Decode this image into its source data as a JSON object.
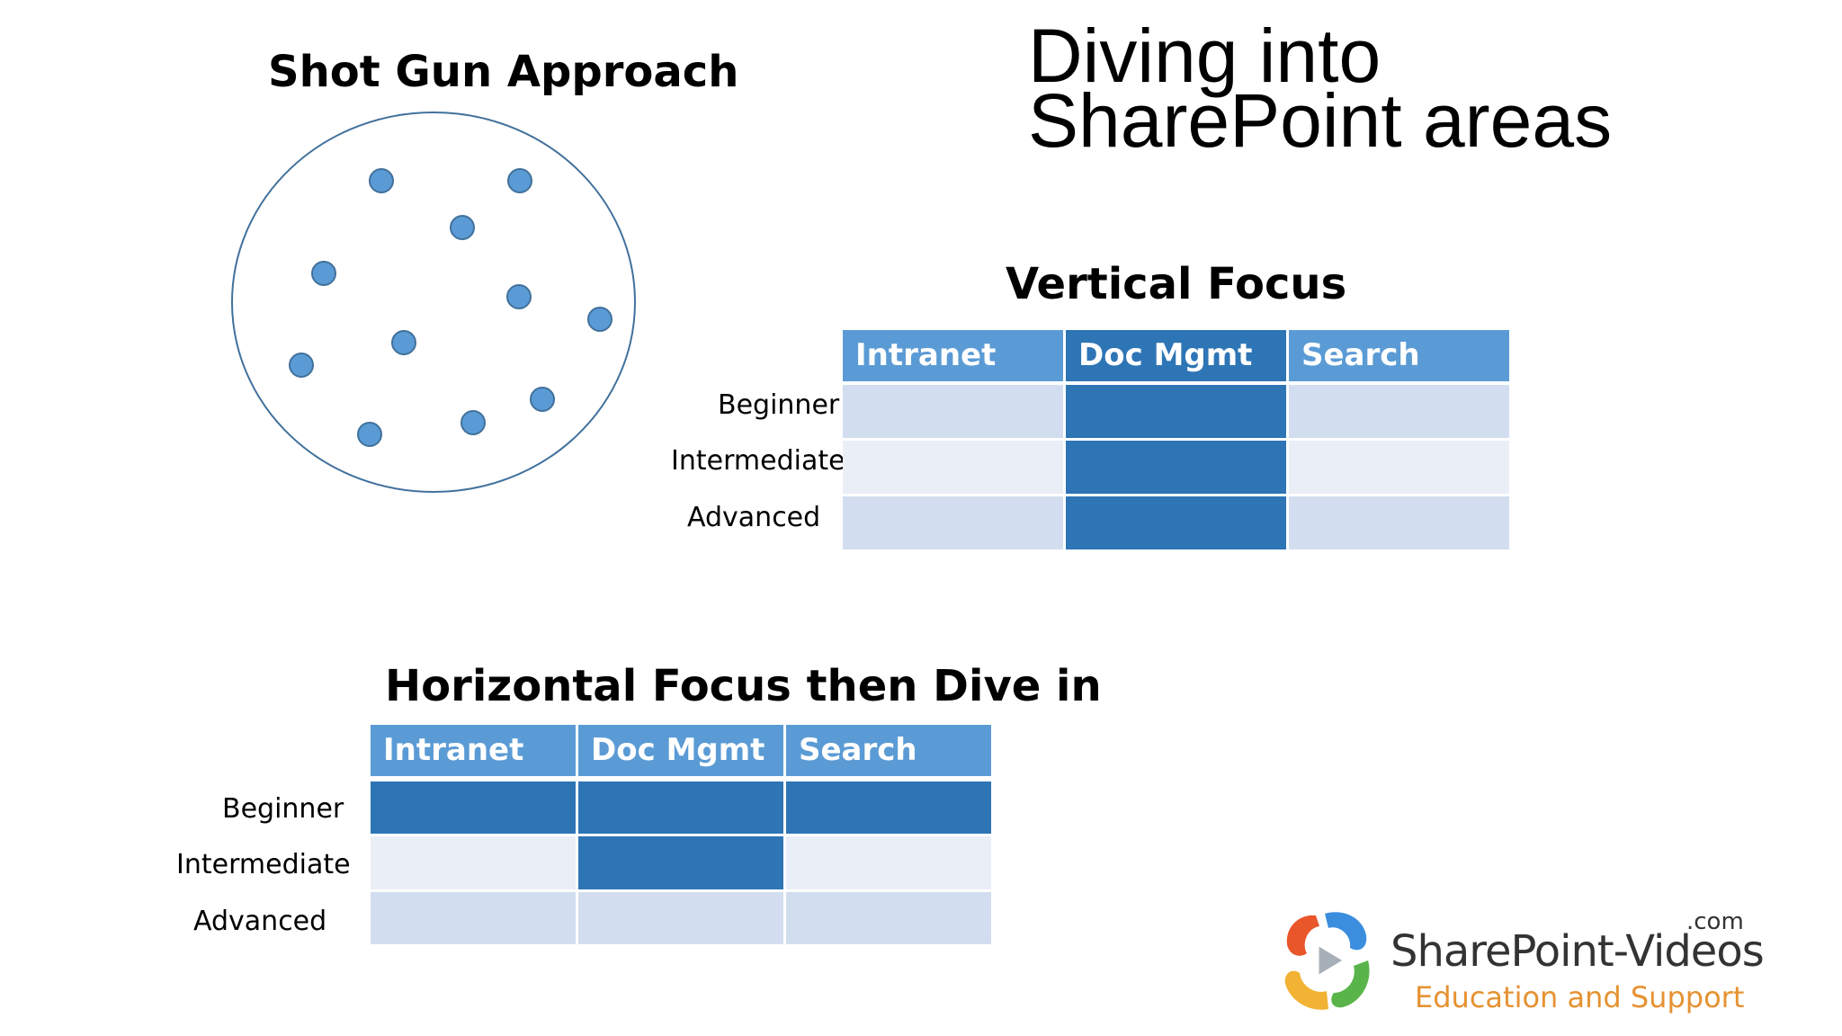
{
  "title_line1": "Diving into",
  "title_line2": "SharePoint areas",
  "shotgun": {
    "heading": "Shot Gun Approach"
  },
  "vertical": {
    "heading": "Vertical Focus",
    "columns": [
      "Intranet",
      "Doc Mgmt",
      "Search"
    ],
    "rows": [
      "Beginner",
      "Intermediate",
      "Advanced"
    ]
  },
  "horizontal": {
    "heading": "Horizontal Focus then Dive in",
    "columns": [
      "Intranet",
      "Doc Mgmt",
      "Search"
    ],
    "rows": [
      "Beginner",
      "Intermediate",
      "Advanced"
    ]
  },
  "logo": {
    "name": "SharePoint-Videos",
    "tld": ".com",
    "tagline": "Education and Support"
  },
  "colors": {
    "header": "#5b9bd5",
    "highlight": "#2e75b6",
    "band_dark": "#d2deef",
    "band_light": "#eaeff7",
    "dot": "#5b9bd5",
    "circle_stroke": "#41719c",
    "logo_accent": "#e69232"
  }
}
